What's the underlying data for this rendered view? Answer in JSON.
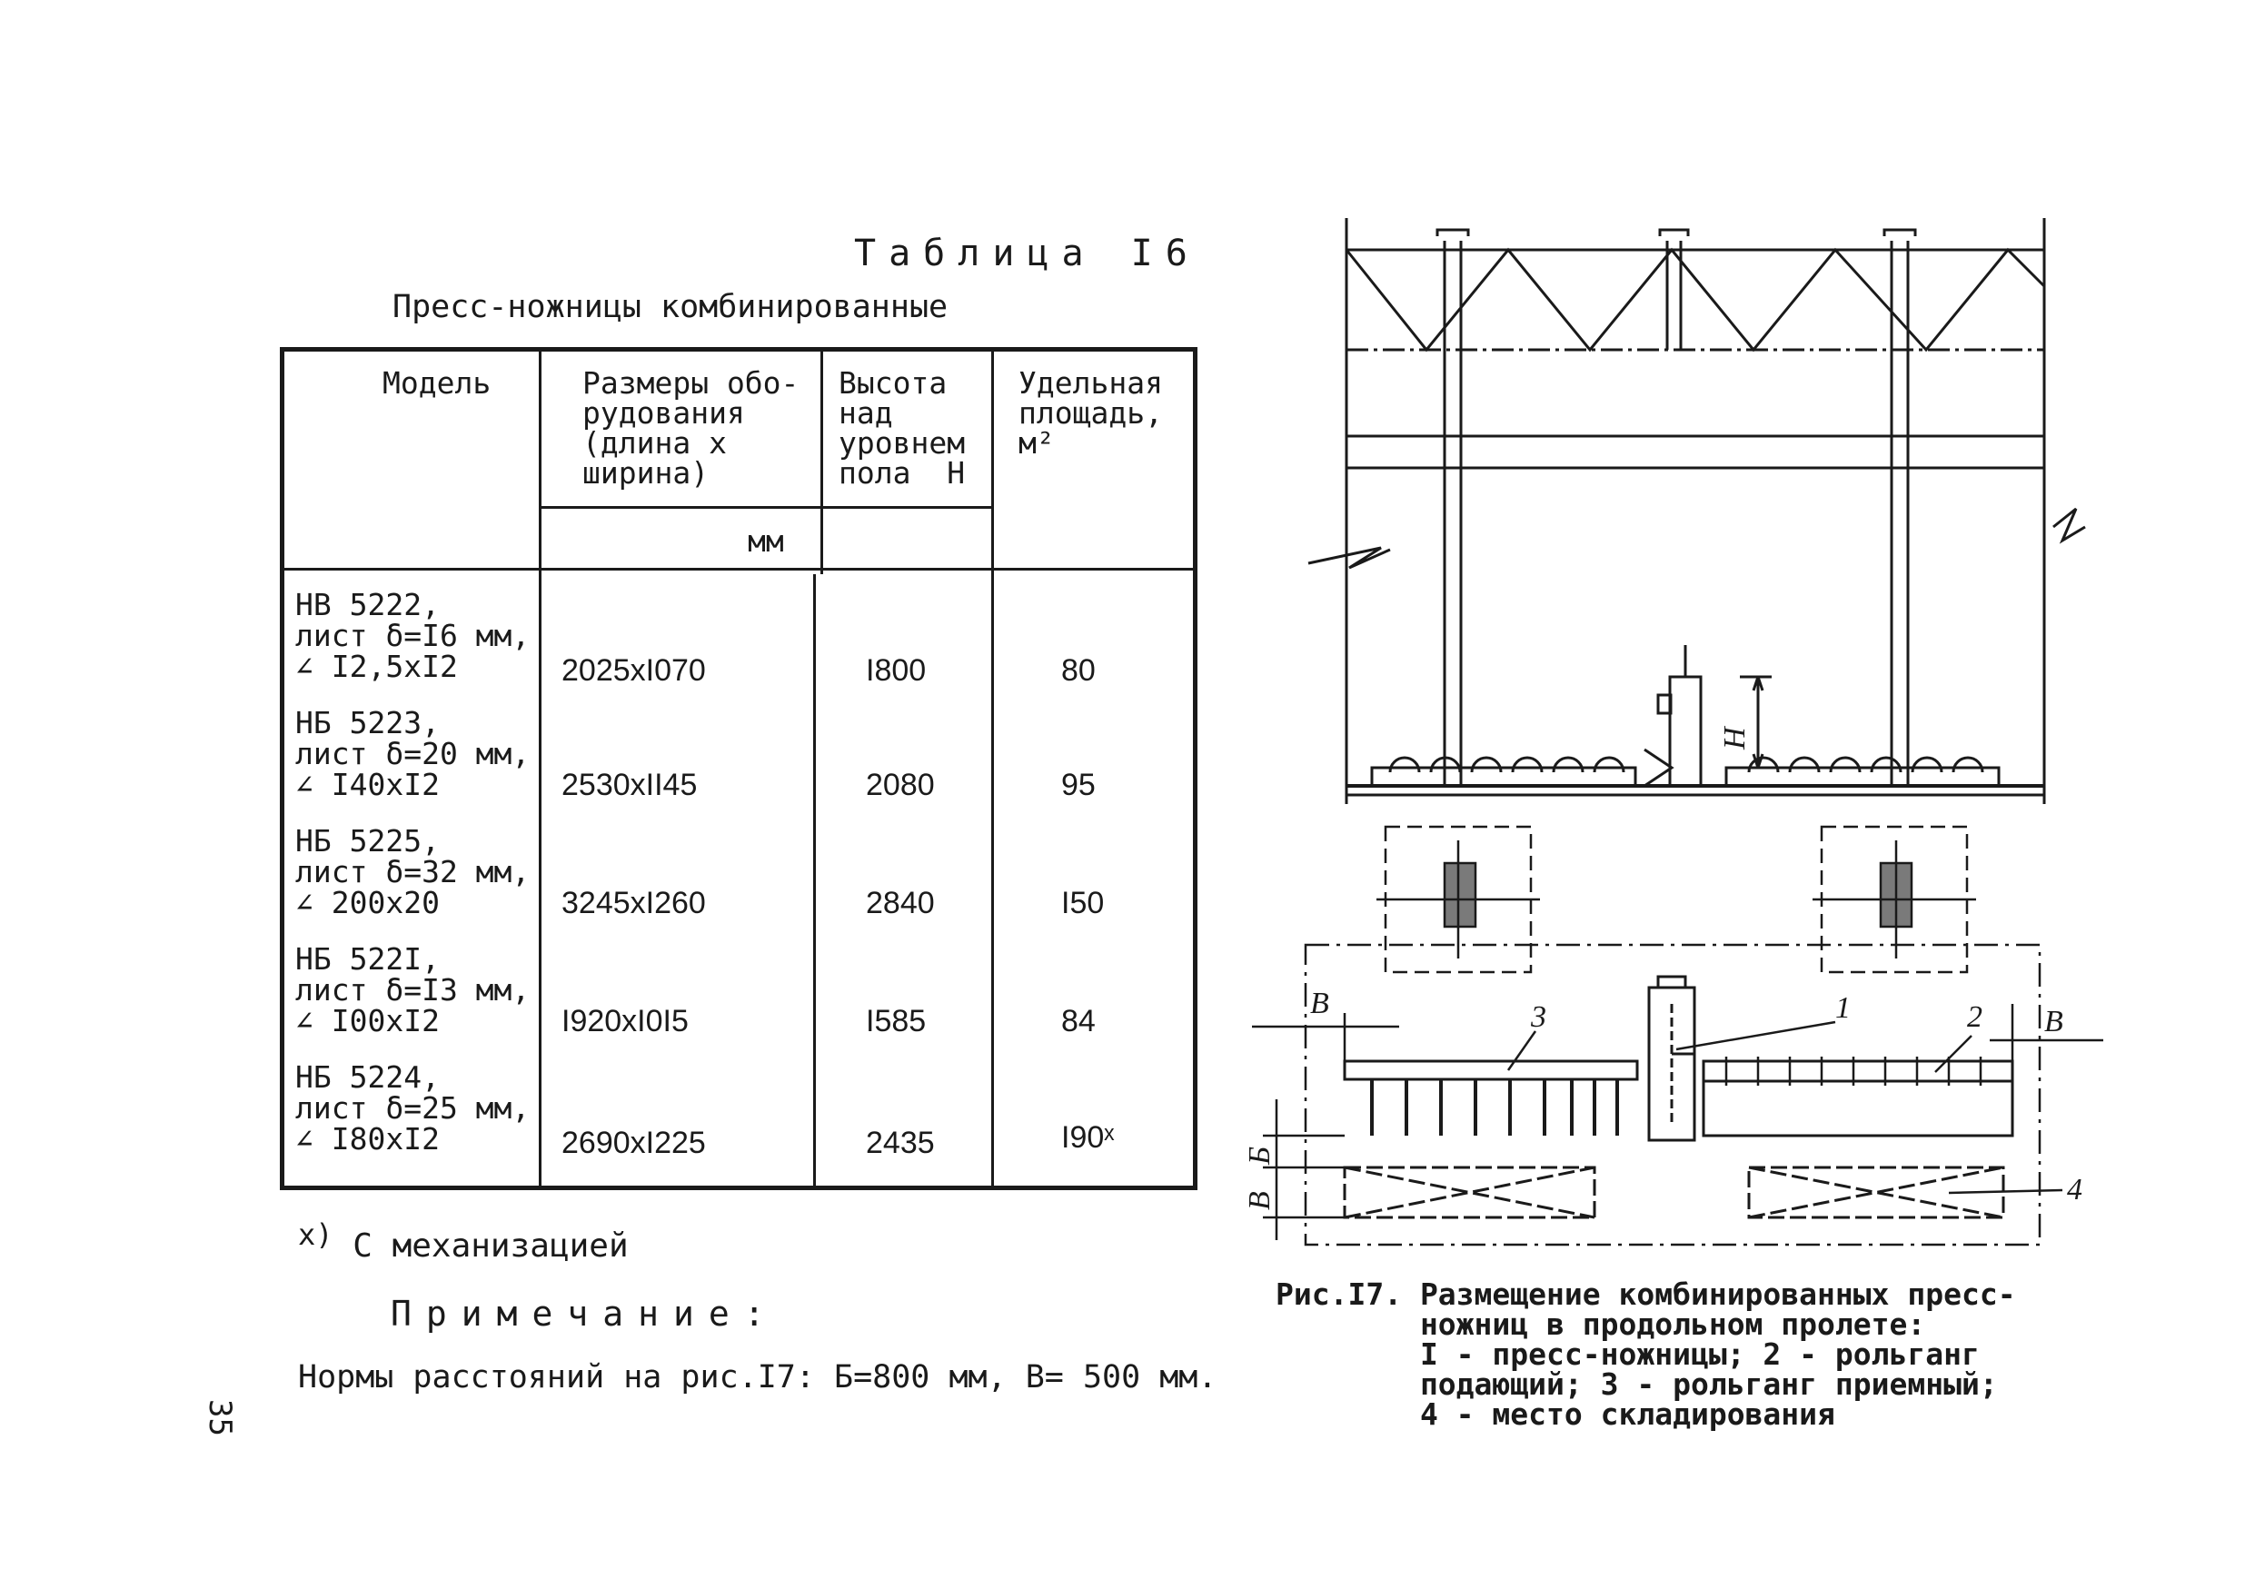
{
  "table": {
    "title": "Таблица I6",
    "caption": "Пресс-ножницы комбинированные",
    "headers": {
      "model": "Модель",
      "dimensions": "Размеры обо-\nрудования\n(длина х\nширина)",
      "height": "Высота\nнад\nуровнем\nпола  Н",
      "area": "Удельная\nплощадь,\nм²",
      "unit": "мм"
    },
    "rows": [
      {
        "model": "НВ 5222,\nлист δ=I6 мм,\n∠ I2,5хI2",
        "dimensions": "2025хI070",
        "height": "I800",
        "area": "80"
      },
      {
        "model": "НБ 5223,\nлист δ=20 мм,\n∠ I40хI2",
        "dimensions": "2530хII45",
        "height": "2080",
        "area": "95"
      },
      {
        "model": "НБ 5225,\nлист δ=32 мм,\n∠ 200х20",
        "dimensions": "3245хI260",
        "height": "2840",
        "area": "I50"
      },
      {
        "model": "НБ 522I,\nлист δ=I3 мм,\n∠ I00хI2",
        "dimensions": "I920хI0I5",
        "height": "I585",
        "area": "84"
      },
      {
        "model": "НБ 5224,\nлист δ=25 мм,\n∠ I80хI2",
        "dimensions": "2690хI225",
        "height": "2435",
        "area": "I90ˣ"
      }
    ]
  },
  "footnote": {
    "mark": "х)",
    "text": "С механизацией"
  },
  "note": {
    "title": "Примечание:",
    "text": "Нормы расстояний на рис.I7: Б=800 мм, В= 500 мм."
  },
  "page_number": "35",
  "figure": {
    "labels": {
      "height": "Н",
      "one": "1",
      "two": "2",
      "three": "3",
      "four": "4",
      "v_left": "В",
      "v_right": "В",
      "b": "Б",
      "v_bottom": "В"
    },
    "caption": "Рис.I7. Размещение комбинированных пресс-\n        ножниц в продольном пролете:\n        I - пресс-ножницы; 2 - рольганг\n        подающий; 3 - рольганг приемный;\n        4 - место складирования"
  }
}
